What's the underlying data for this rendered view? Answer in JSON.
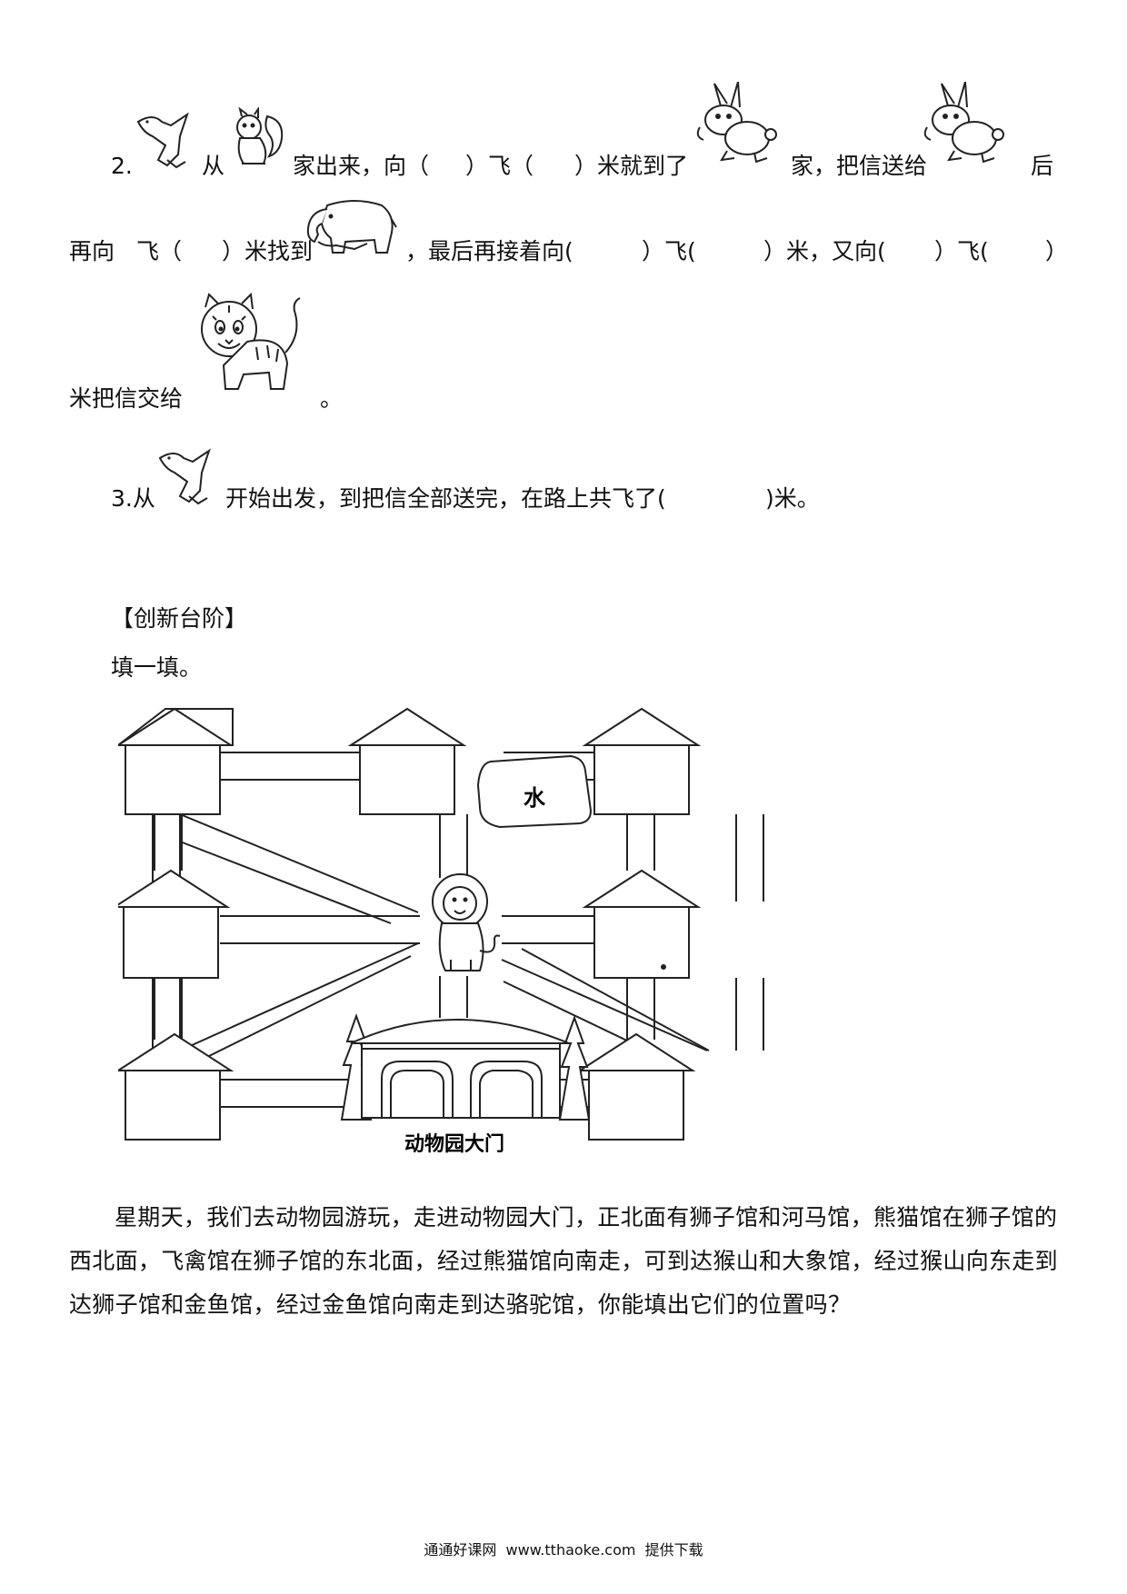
{
  "q2": {
    "number": "2.",
    "from": "从",
    "home_out": "家出来，向（",
    "fly1": "）飞（",
    "meter_arrive": "）米就到了",
    "home_give": "家，把信送给",
    "after": "后",
    "line2_a": "再向",
    "line2_b": "飞（",
    "line2_c": "）米找到",
    "line2_d": "，最后再接着向(",
    "line2_e": "）飞(",
    "line2_f": "）米，又向(",
    "line2_g": "）飞(",
    "line2_h": "）",
    "line3_a": "米把信交给",
    "line3_b": "。"
  },
  "q3": {
    "text_a": "3.从",
    "text_b": "开始出发，到把信全部送完，在路上共飞了(",
    "text_c": ")米。"
  },
  "section": {
    "title": "【创新台阶】",
    "instruction": "填一填。"
  },
  "map": {
    "water_label": "水",
    "gate_label": "动物园大门"
  },
  "paragraph": "星期天，我们去动物园游玩，走进动物园大门，正北面有狮子馆和河马馆，熊猫馆在狮子馆的西北面，飞禽馆在狮子馆的东北面，经过熊猫馆向南走，可到达猴山和大象馆，经过猴山向东走到达狮子馆和金鱼馆，经过金鱼馆向南走到达骆驼馆，你能填出它们的位置吗？",
  "footer": "通通好课网  www.tthaoke.com  提供下载"
}
